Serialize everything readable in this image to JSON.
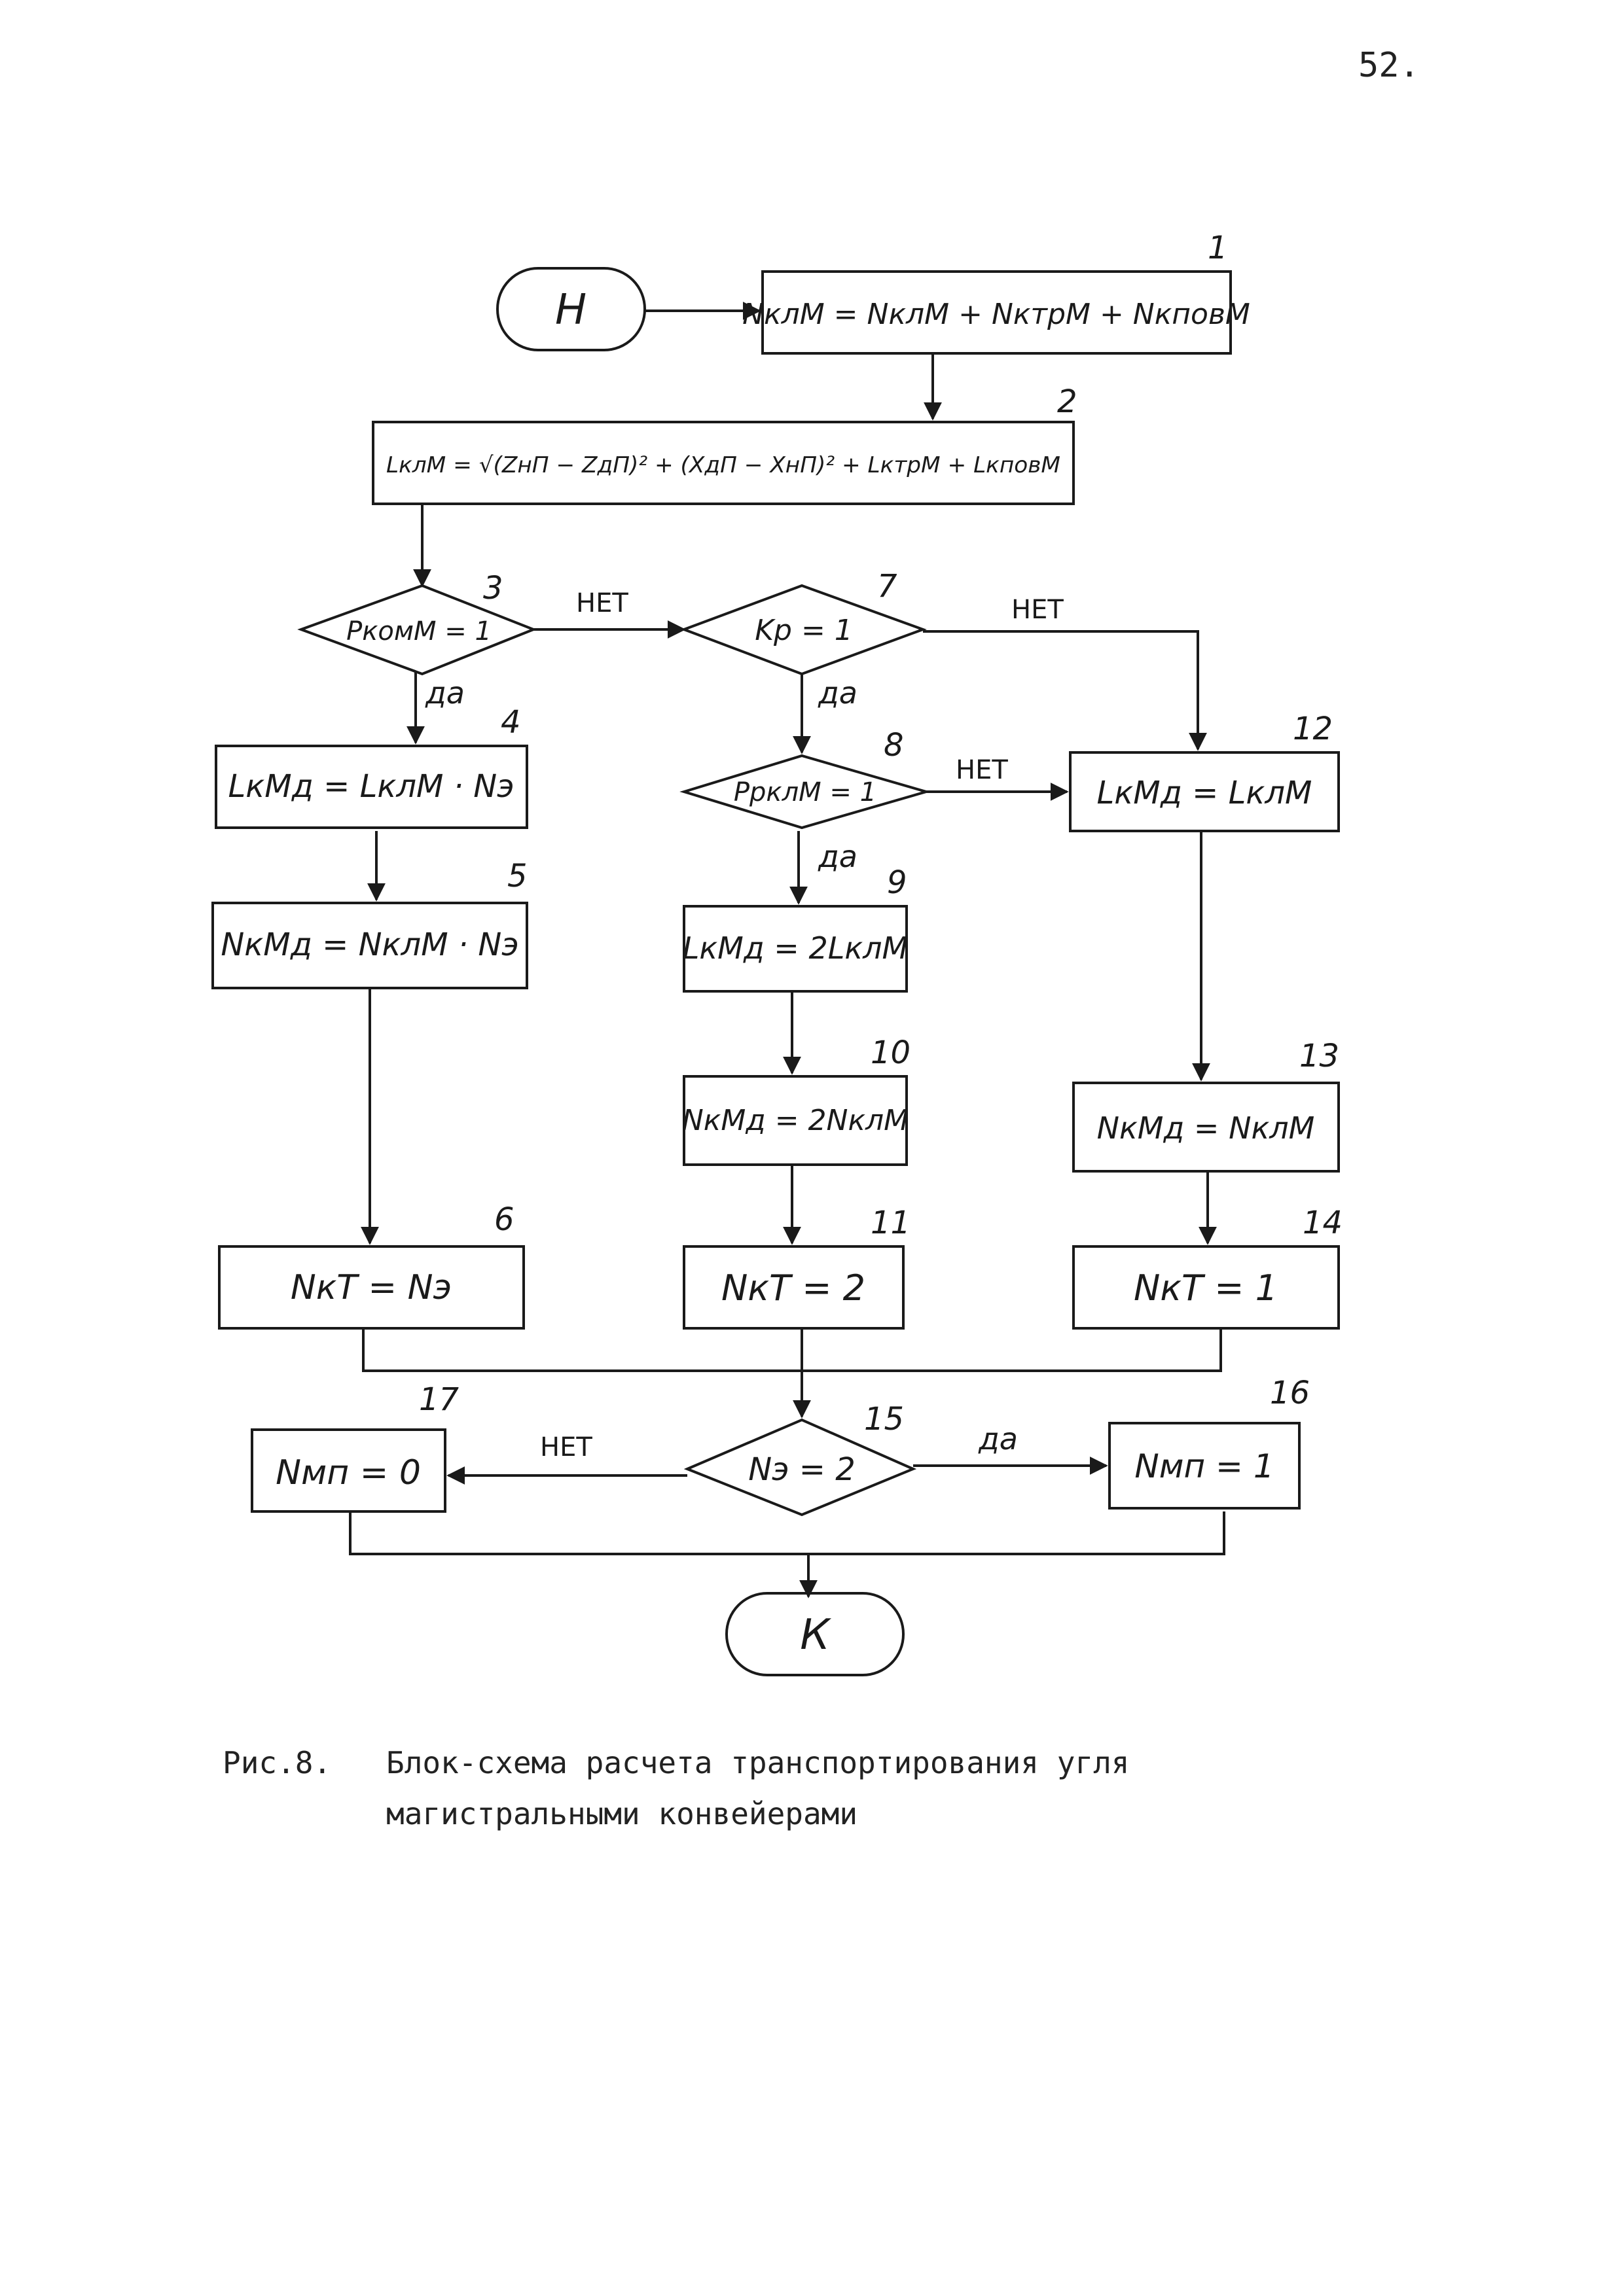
{
  "page_number": "52.",
  "caption": {
    "label": "Рис.8.",
    "line1": "Блок-схема расчета транспортирования угля",
    "line2": "магистральными конвейерами"
  },
  "blocks": {
    "start": "Н",
    "end": "К",
    "b1": {
      "num": "1",
      "formula": "NклМ = NклМ + NктрМ + NкповМ"
    },
    "b2": {
      "num": "2",
      "formula": "LклМ = √(ZнП − ZдП)² + (XдП − XнП)² + LктрМ + LкповМ"
    },
    "b3": {
      "num": "3",
      "formula": "PкомМ = 1"
    },
    "b4": {
      "num": "4",
      "formula": "LкМд = LклМ · Nэ"
    },
    "b5": {
      "num": "5",
      "formula": "NкМд = NклМ · Nэ"
    },
    "b6": {
      "num": "6",
      "formula": "NкТ = Nэ"
    },
    "b7": {
      "num": "7",
      "formula": "Kр = 1"
    },
    "b8": {
      "num": "8",
      "formula": "PрклМ = 1"
    },
    "b9": {
      "num": "9",
      "formula": "LкМд = 2LклМ"
    },
    "b10": {
      "num": "10",
      "formula": "NкМд = 2NклМ"
    },
    "b11": {
      "num": "11",
      "formula": "NкТ = 2"
    },
    "b12": {
      "num": "12",
      "formula": "LкМд = LклМ"
    },
    "b13": {
      "num": "13",
      "formula": "NкМд = NклМ"
    },
    "b14": {
      "num": "14",
      "formula": "NкТ = 1"
    },
    "b15": {
      "num": "15",
      "formula": "Nэ = 2"
    },
    "b16": {
      "num": "16",
      "formula": "Nмп = 1"
    },
    "b17": {
      "num": "17",
      "formula": "Nмп = 0"
    }
  },
  "edge_labels": {
    "no": "НЕТ",
    "yes": "да"
  }
}
